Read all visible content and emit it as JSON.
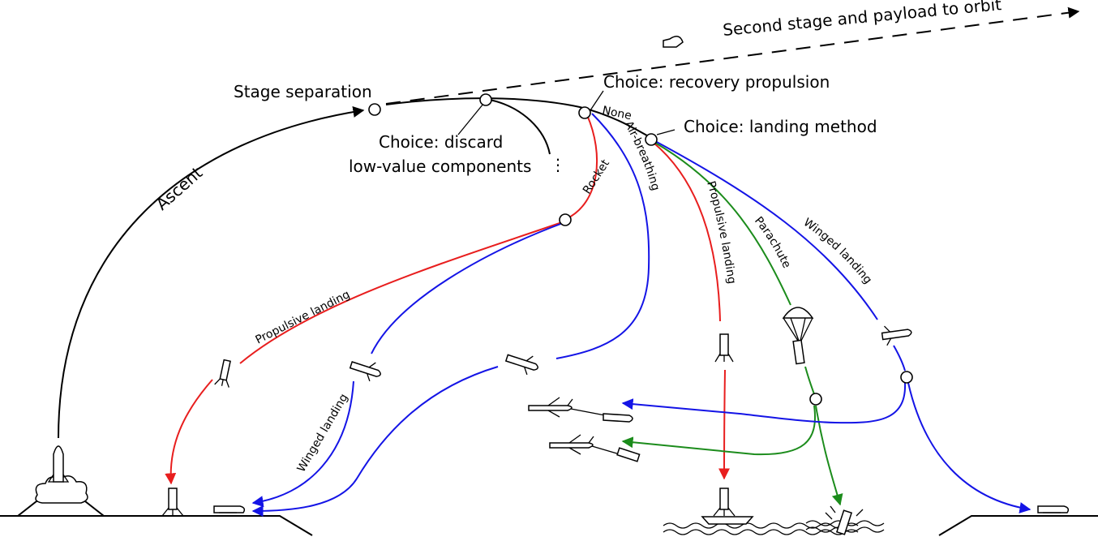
{
  "labels": {
    "orbit": "Second stage and payload to orbit",
    "stage_separation": "Stage separation",
    "ascent": "Ascent",
    "choice_discard_1": "Choice: discard",
    "choice_discard_2": "low-value components",
    "ellipsis": "⋮",
    "choice_propulsion": "Choice: recovery propulsion",
    "choice_landing": "Choice: landing method",
    "none": "None",
    "rocket": "Rocket",
    "air_breathing": "Air-breathing",
    "propulsive_landing_left": "Propulsive landing",
    "winged_landing_left": "Winged landing",
    "propulsive_landing_right": "Propulsive landing",
    "parachute": "Parachute",
    "winged_landing_right": "Winged landing"
  },
  "colors": {
    "rocket_path": "#e81e1e",
    "air_breathing_path": "#1414e6",
    "parachute_path": "#1c8c1c",
    "main_path": "#000000"
  }
}
